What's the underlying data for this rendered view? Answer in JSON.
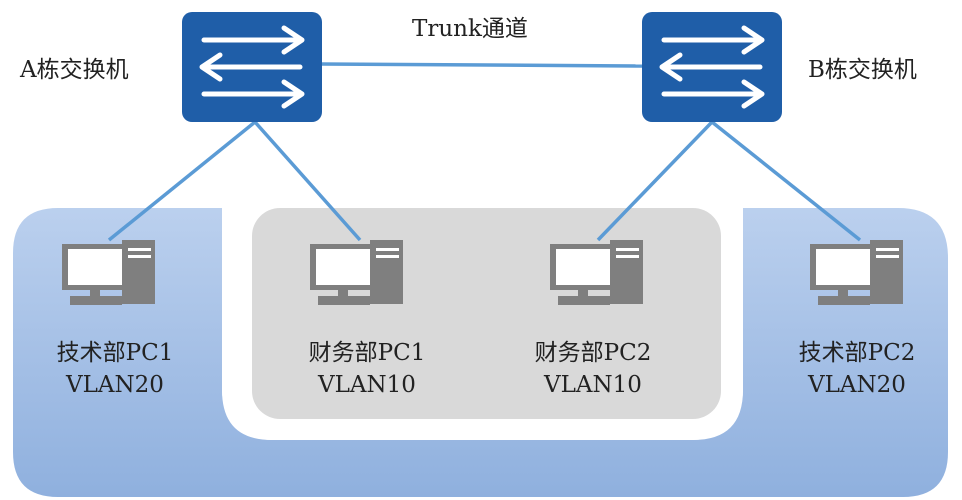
{
  "trunk_label": "Trunk通道",
  "switches": [
    {
      "label": "A栋交换机",
      "icon": "switch-icon"
    },
    {
      "label": "B栋交换机",
      "icon": "switch-icon"
    }
  ],
  "pcs": [
    {
      "name": "技术部PC1",
      "vlan": "VLAN20",
      "icon": "computer-icon"
    },
    {
      "name": "财务部PC1",
      "vlan": "VLAN10",
      "icon": "computer-icon"
    },
    {
      "name": "财务部PC2",
      "vlan": "VLAN10",
      "icon": "computer-icon"
    },
    {
      "name": "技术部PC2",
      "vlan": "VLAN20",
      "icon": "computer-icon"
    }
  ],
  "colors": {
    "switch_fill": "#1F5EA8",
    "link_line": "#5B9BD5",
    "vlan20_area": "#9DB9E2",
    "vlan10_area": "#D9D9D9",
    "pc_gray": "#7F7F7F"
  }
}
